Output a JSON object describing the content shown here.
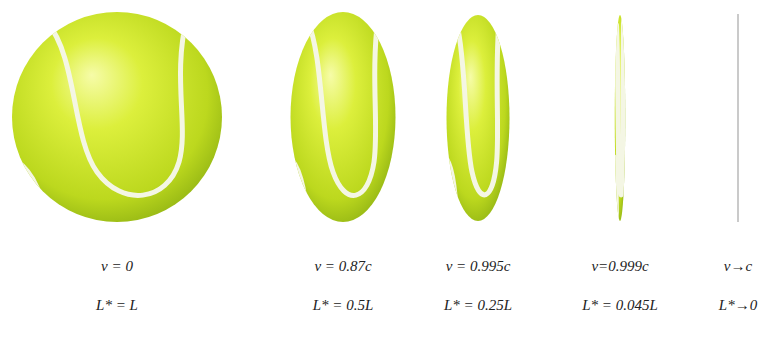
{
  "diagram": {
    "labels": [
      "v = 0",
      "v = 0.87c",
      "v = 0.995c",
      "v=0.999c",
      "v→c",
      "L* = L",
      "L* = 0.5L",
      "L* = 0.25L",
      "L* = 0.045L",
      "L*→0"
    ]
  }
}
